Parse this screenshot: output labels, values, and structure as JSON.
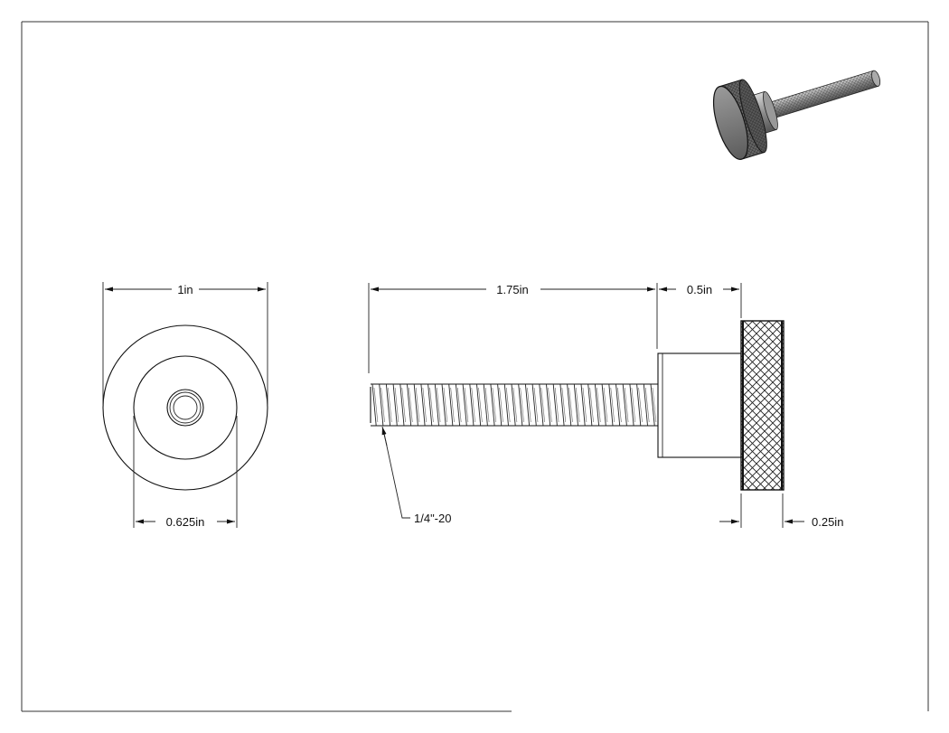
{
  "drawing": {
    "dimensions": {
      "head_diameter": "1in",
      "shoulder_diameter": "0.625in",
      "thread_length": "1.75in",
      "shoulder_length": "0.5in",
      "head_thickness": "0.25in"
    },
    "callouts": {
      "thread_spec": "1/4\"-20"
    }
  }
}
